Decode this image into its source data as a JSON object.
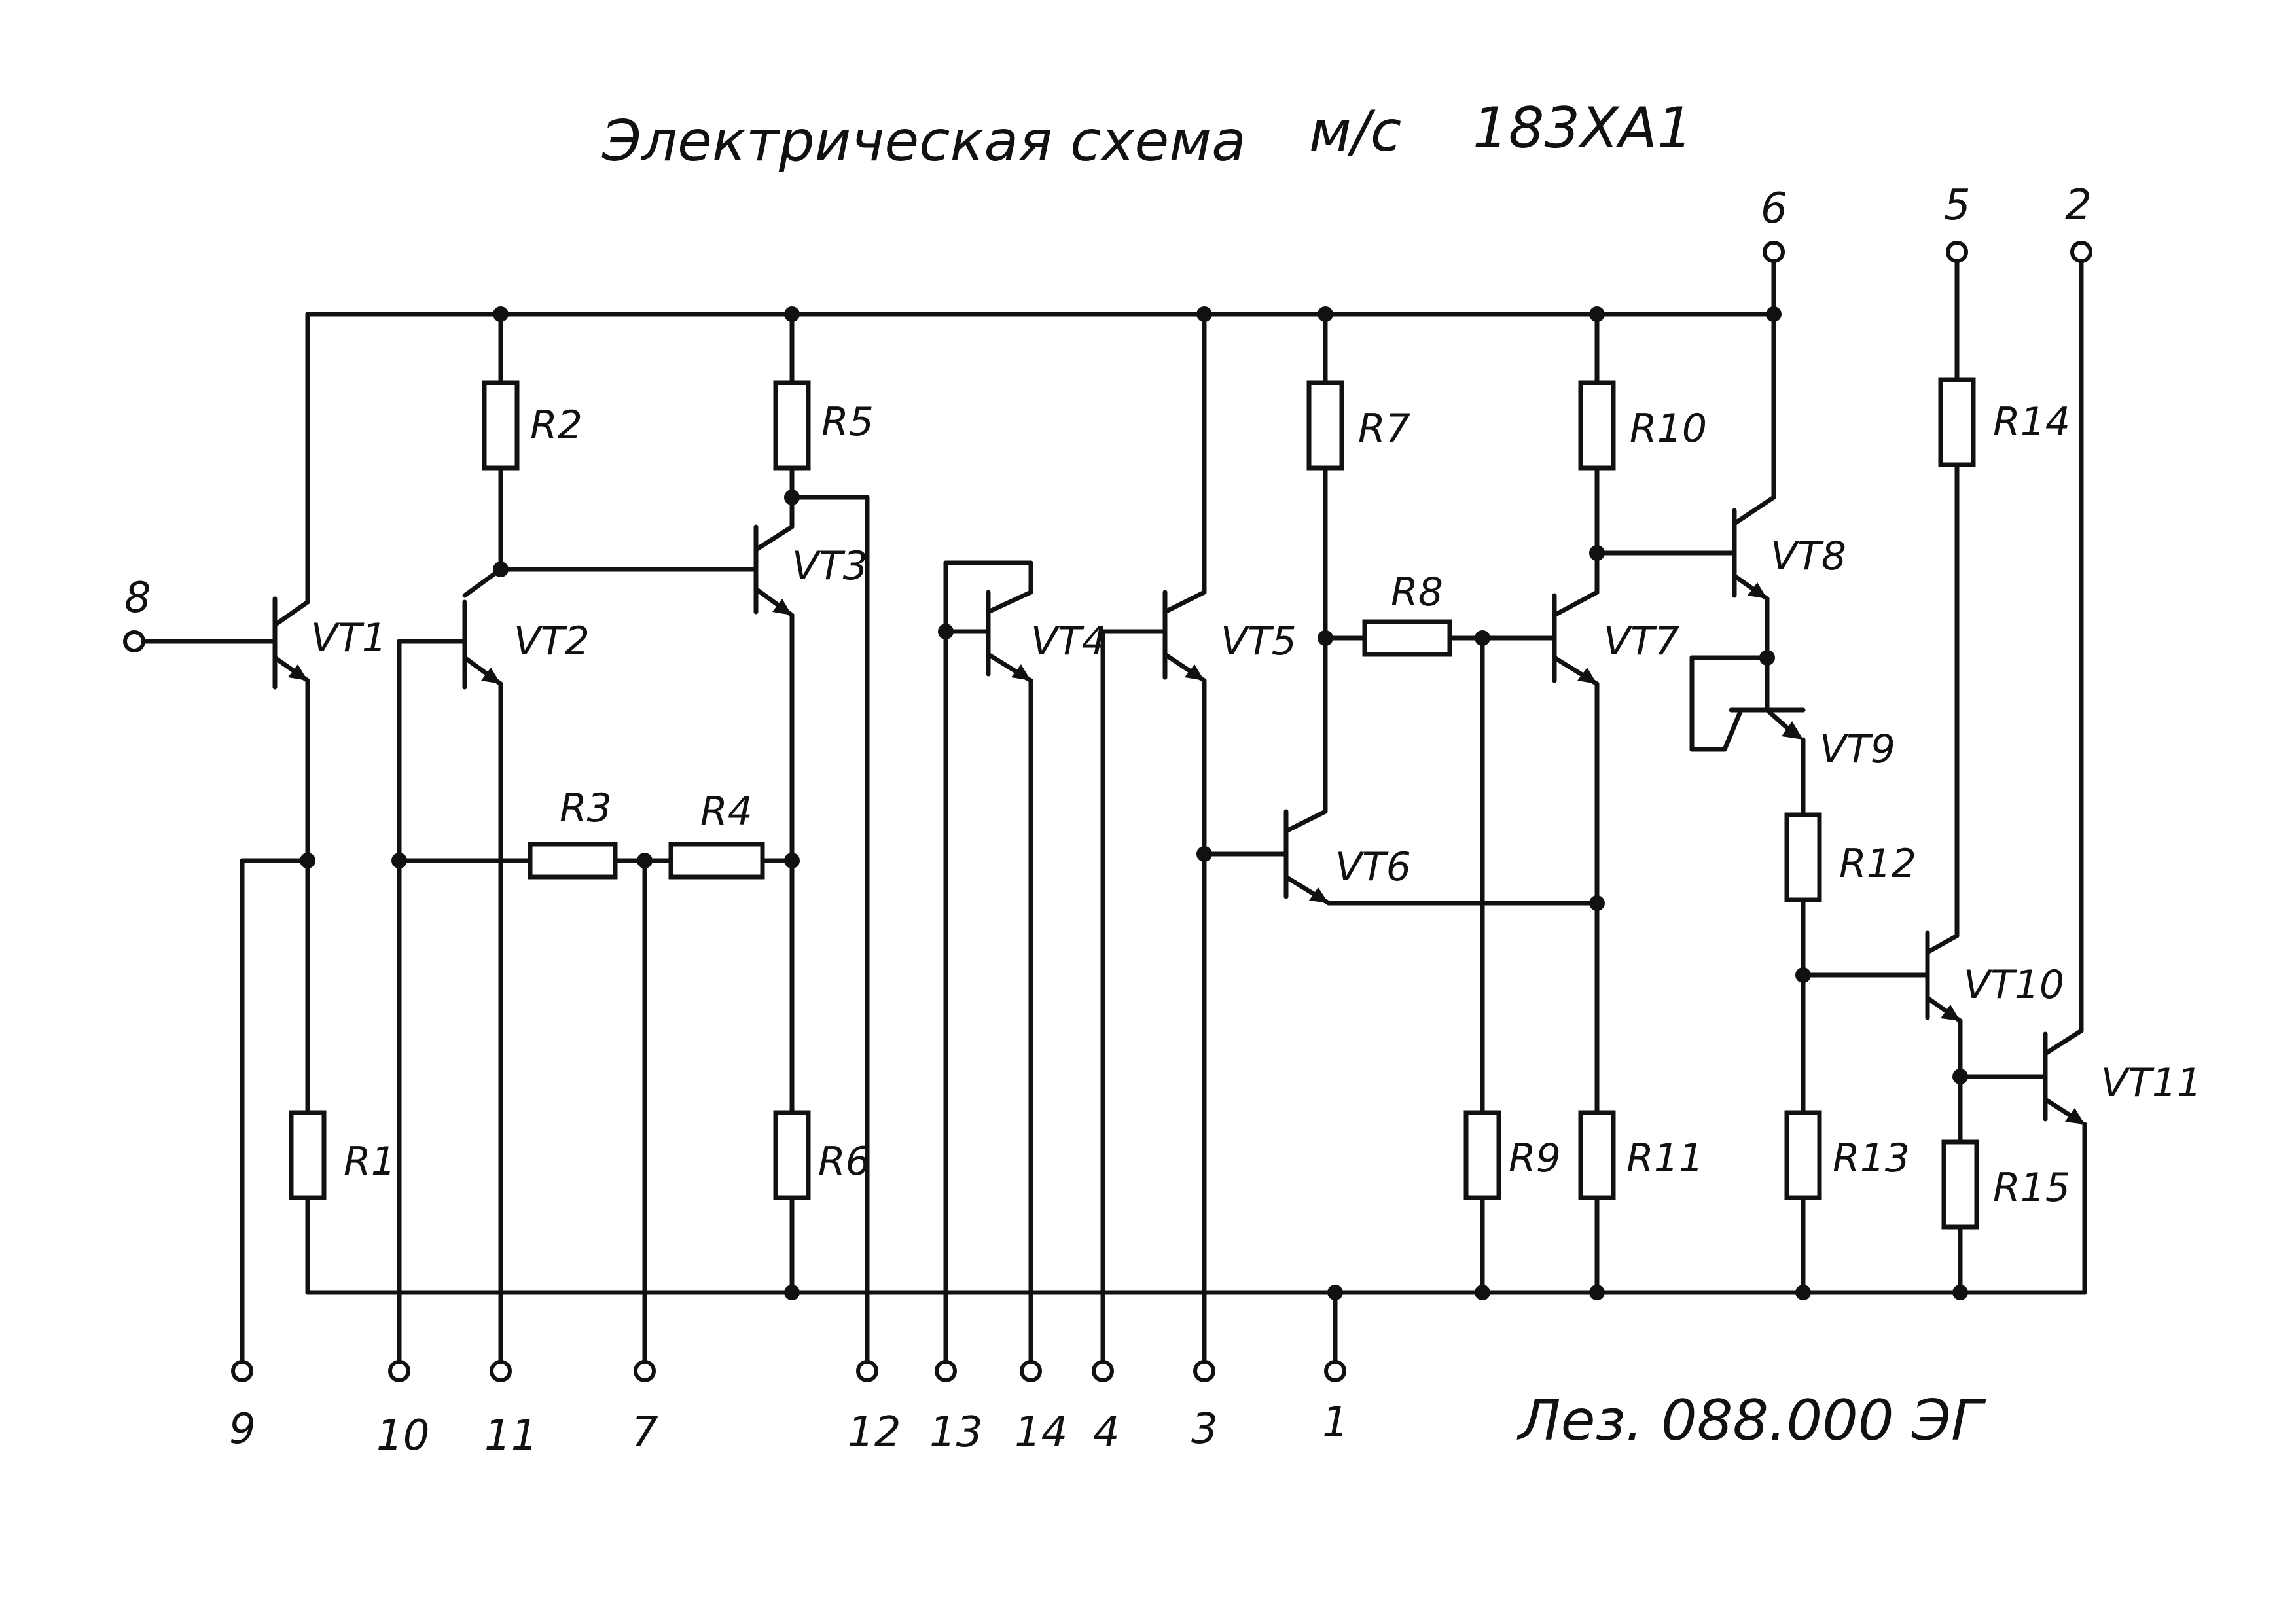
{
  "title": {
    "text": "Электрическая схема",
    "chip_prefix": "м/с",
    "chip": "183ХА1"
  },
  "document_code": "Лез. 088.000 ЭГ",
  "components": {
    "transistors": [
      "VT1",
      "VT2",
      "VT3",
      "VT4",
      "VT5",
      "VT6",
      "VT7",
      "VT8",
      "VT9",
      "VT10",
      "VT11"
    ],
    "resistors": [
      "R1",
      "R2",
      "R3",
      "R4",
      "R5",
      "R6",
      "R7",
      "R8",
      "R9",
      "R10",
      "R11",
      "R12",
      "R13",
      "R14",
      "R15"
    ]
  },
  "pins": {
    "top": [
      "6",
      "5",
      "2"
    ],
    "left": [
      "8"
    ],
    "bottom": [
      "9",
      "10",
      "11",
      "7",
      "12",
      "13",
      "14",
      "4",
      "3",
      "1"
    ]
  },
  "colors": {
    "ink": "#111111",
    "paper": "#ffffff"
  }
}
